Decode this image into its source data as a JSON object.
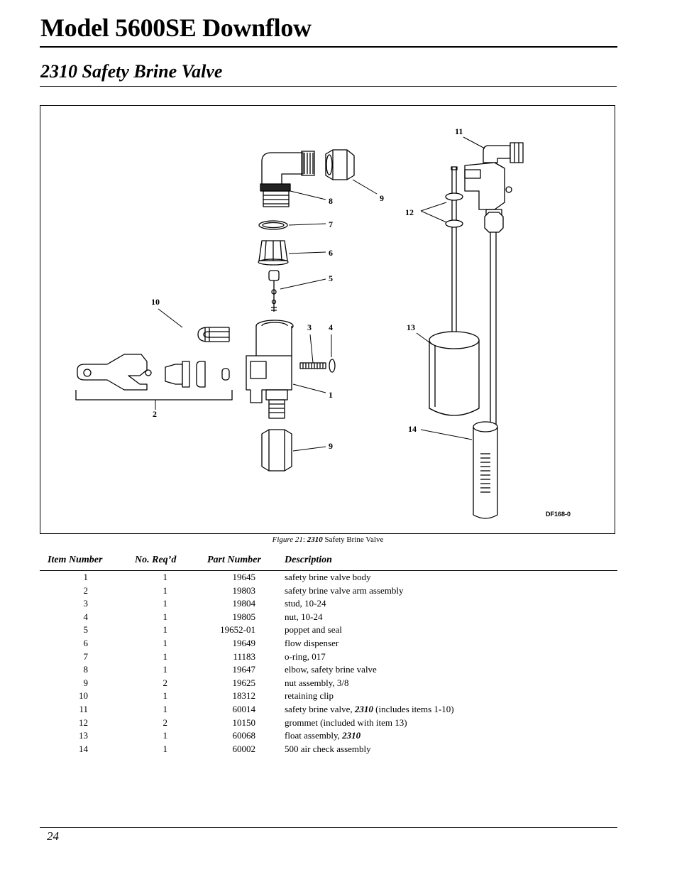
{
  "page": {
    "title": "Model 5600SE Downflow",
    "section": "2310 Safety Brine Valve",
    "page_number": "24"
  },
  "figure": {
    "caption_prefix": "Figure 21",
    "caption_sep": ": ",
    "caption_model": "2310",
    "caption_text": " Safety Brine Valve",
    "drawing_code": "DF168-0",
    "callouts": {
      "c11": "11",
      "c9a": "9",
      "c8": "8",
      "c12": "12",
      "c7": "7",
      "c6": "6",
      "c5": "5",
      "c10": "10",
      "c3": "3",
      "c4": "4",
      "c13": "13",
      "c1": "1",
      "c2": "2",
      "c14": "14",
      "c9b": "9"
    }
  },
  "table": {
    "headers": {
      "item": "Item Number",
      "req": "No. Req’d",
      "part": "Part Number",
      "desc": "Description"
    },
    "rows": [
      {
        "item": "1",
        "req": "1",
        "part": "19645",
        "desc": "safety brine valve body"
      },
      {
        "item": "2",
        "req": "1",
        "part": "19803",
        "desc": "safety brine valve arm assembly"
      },
      {
        "item": "3",
        "req": "1",
        "part": "19804",
        "desc": "stud, 10-24"
      },
      {
        "item": "4",
        "req": "1",
        "part": "19805",
        "desc": "nut, 10-24"
      },
      {
        "item": "5",
        "req": "1",
        "part": "19652-01",
        "desc": "poppet and seal"
      },
      {
        "item": "6",
        "req": "1",
        "part": "19649",
        "desc": "flow dispenser"
      },
      {
        "item": "7",
        "req": "1",
        "part": "11183",
        "desc": "o-ring, 017"
      },
      {
        "item": "8",
        "req": "1",
        "part": "19647",
        "desc": "elbow, safety brine valve"
      },
      {
        "item": "9",
        "req": "2",
        "part": "19625",
        "desc": "nut assembly, 3/8"
      },
      {
        "item": "10",
        "req": "1",
        "part": "18312",
        "desc": "retaining clip"
      },
      {
        "item": "11",
        "req": "1",
        "part": "60014",
        "desc_pre": "safety brine valve, ",
        "desc_em": "2310",
        "desc_post": " (includes items 1-10)"
      },
      {
        "item": "12",
        "req": "2",
        "part": "10150",
        "desc": "grommet (included with item 13)"
      },
      {
        "item": "13",
        "req": "1",
        "part": "60068",
        "desc_pre": "float assembly, ",
        "desc_em": "2310",
        "desc_post": ""
      },
      {
        "item": "14",
        "req": "1",
        "part": "60002",
        "desc": "500 air check assembly"
      }
    ]
  }
}
